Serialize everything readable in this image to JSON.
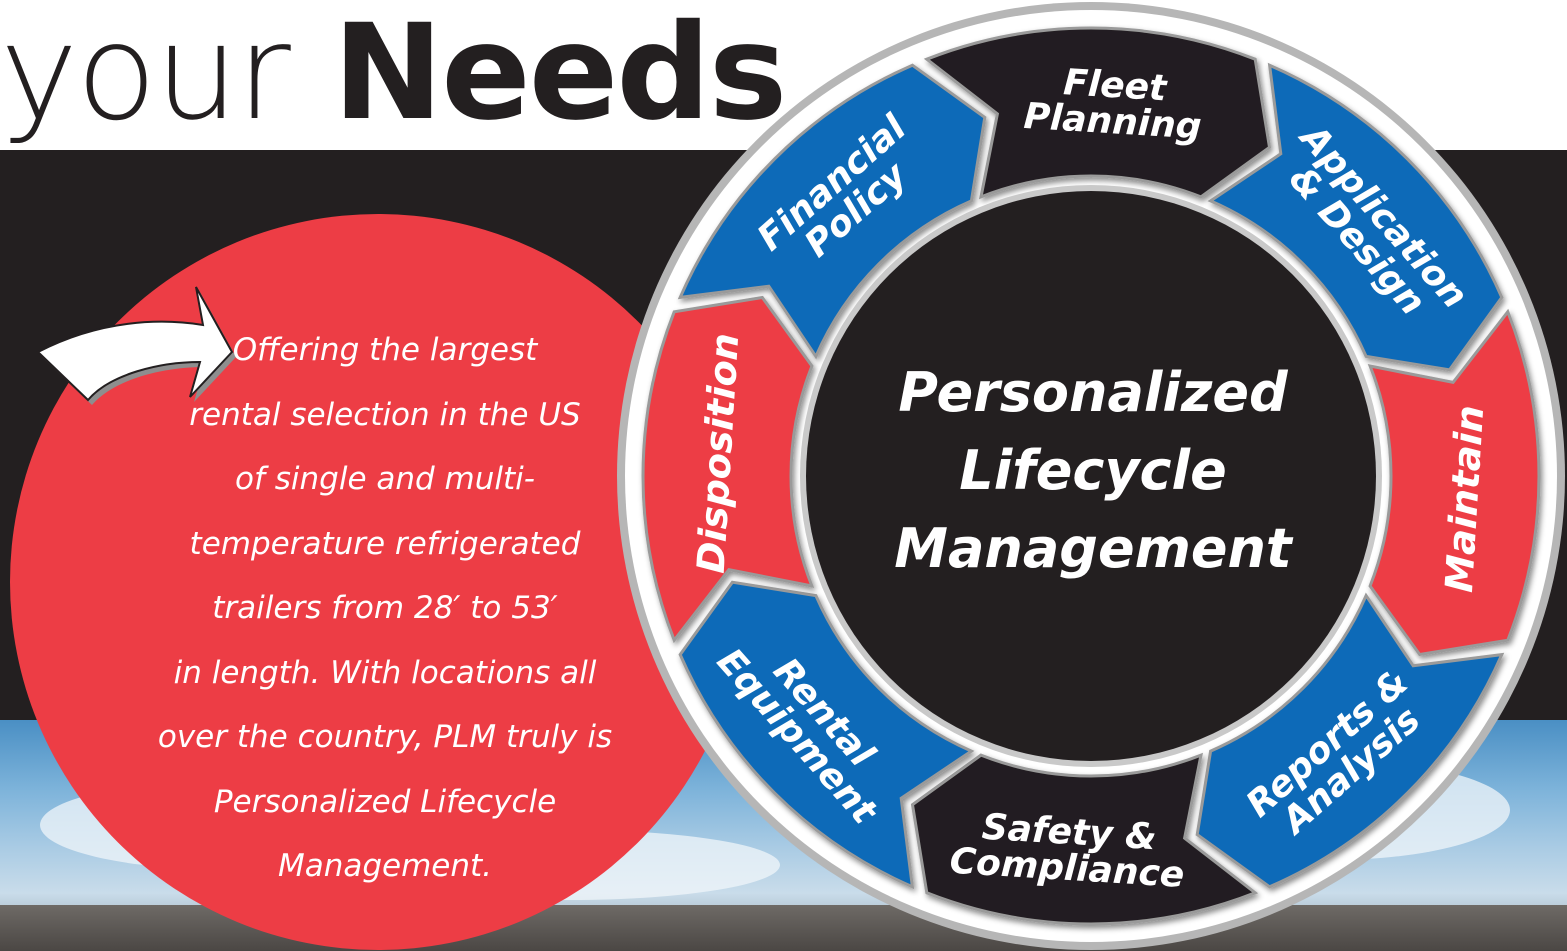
{
  "headline": {
    "light": "your",
    "bold": "Needs"
  },
  "promo": {
    "lines": [
      "Offering the largest",
      "rental selection in the US",
      "of single and multi-",
      "temperature refrigerated",
      "trailers from 28′ to 53′",
      "in length. With locations all",
      "over the country, PLM truly is",
      "Personalized Lifecycle",
      "Management."
    ]
  },
  "cycle": {
    "center": {
      "lines": [
        "Personalized",
        "Lifecycle",
        "Management"
      ]
    },
    "segments": [
      {
        "lines": [
          "Fleet",
          "Planning"
        ],
        "color": "black"
      },
      {
        "lines": [
          "Application",
          "& Design"
        ],
        "color": "blue"
      },
      {
        "lines": [
          "Maintain"
        ],
        "color": "red"
      },
      {
        "lines": [
          "Reports &",
          "Analysis"
        ],
        "color": "blue"
      },
      {
        "lines": [
          "Safety &",
          "Compliance"
        ],
        "color": "black"
      },
      {
        "lines": [
          "Rental",
          "Equipment"
        ],
        "color": "blue"
      },
      {
        "lines": [
          "Disposition"
        ],
        "color": "red"
      },
      {
        "lines": [
          "Financial",
          "Policy"
        ],
        "color": "blue"
      }
    ]
  },
  "colors": {
    "red": "#ed3d45",
    "blue": "#0d6bb8",
    "black": "#231f20",
    "white": "#ffffff"
  }
}
